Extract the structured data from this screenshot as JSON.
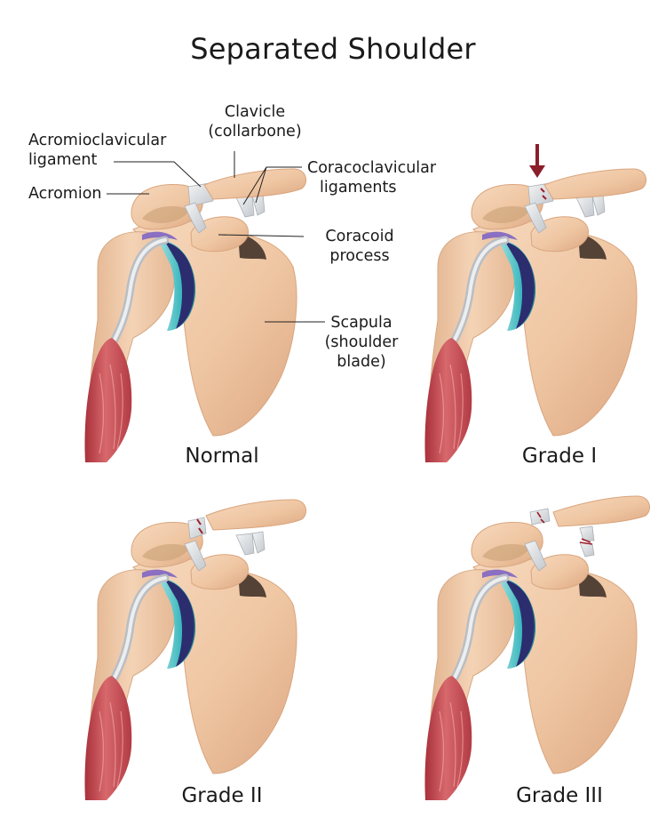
{
  "title": "Separated Shoulder",
  "labels": {
    "clavicle": [
      "Clavicle",
      "(collarbone)"
    ],
    "ac_ligament": [
      "Acromioclavicular",
      "ligament"
    ],
    "acromion": "Acromion",
    "cc_ligaments": [
      "Coracoclavicular",
      "ligaments"
    ],
    "coracoid": [
      "Coracoid",
      "process"
    ],
    "scapula": [
      "Scapula",
      "(shoulder",
      "blade)"
    ]
  },
  "panels": [
    {
      "grade": "Normal"
    },
    {
      "grade": "Grade I"
    },
    {
      "grade": "Grade II"
    },
    {
      "grade": "Grade III"
    }
  ],
  "colors": {
    "bone": "#f0c9a6",
    "bone_shadow": "#d9a57e",
    "ligament": "#d4d8dc",
    "muscle": "#c0454b",
    "cartilage": "#3fb9bf",
    "labrum": "#2b2d6e",
    "arrow": "#8b1e2a"
  },
  "icons": [
    "injury-arrow-icon"
  ]
}
